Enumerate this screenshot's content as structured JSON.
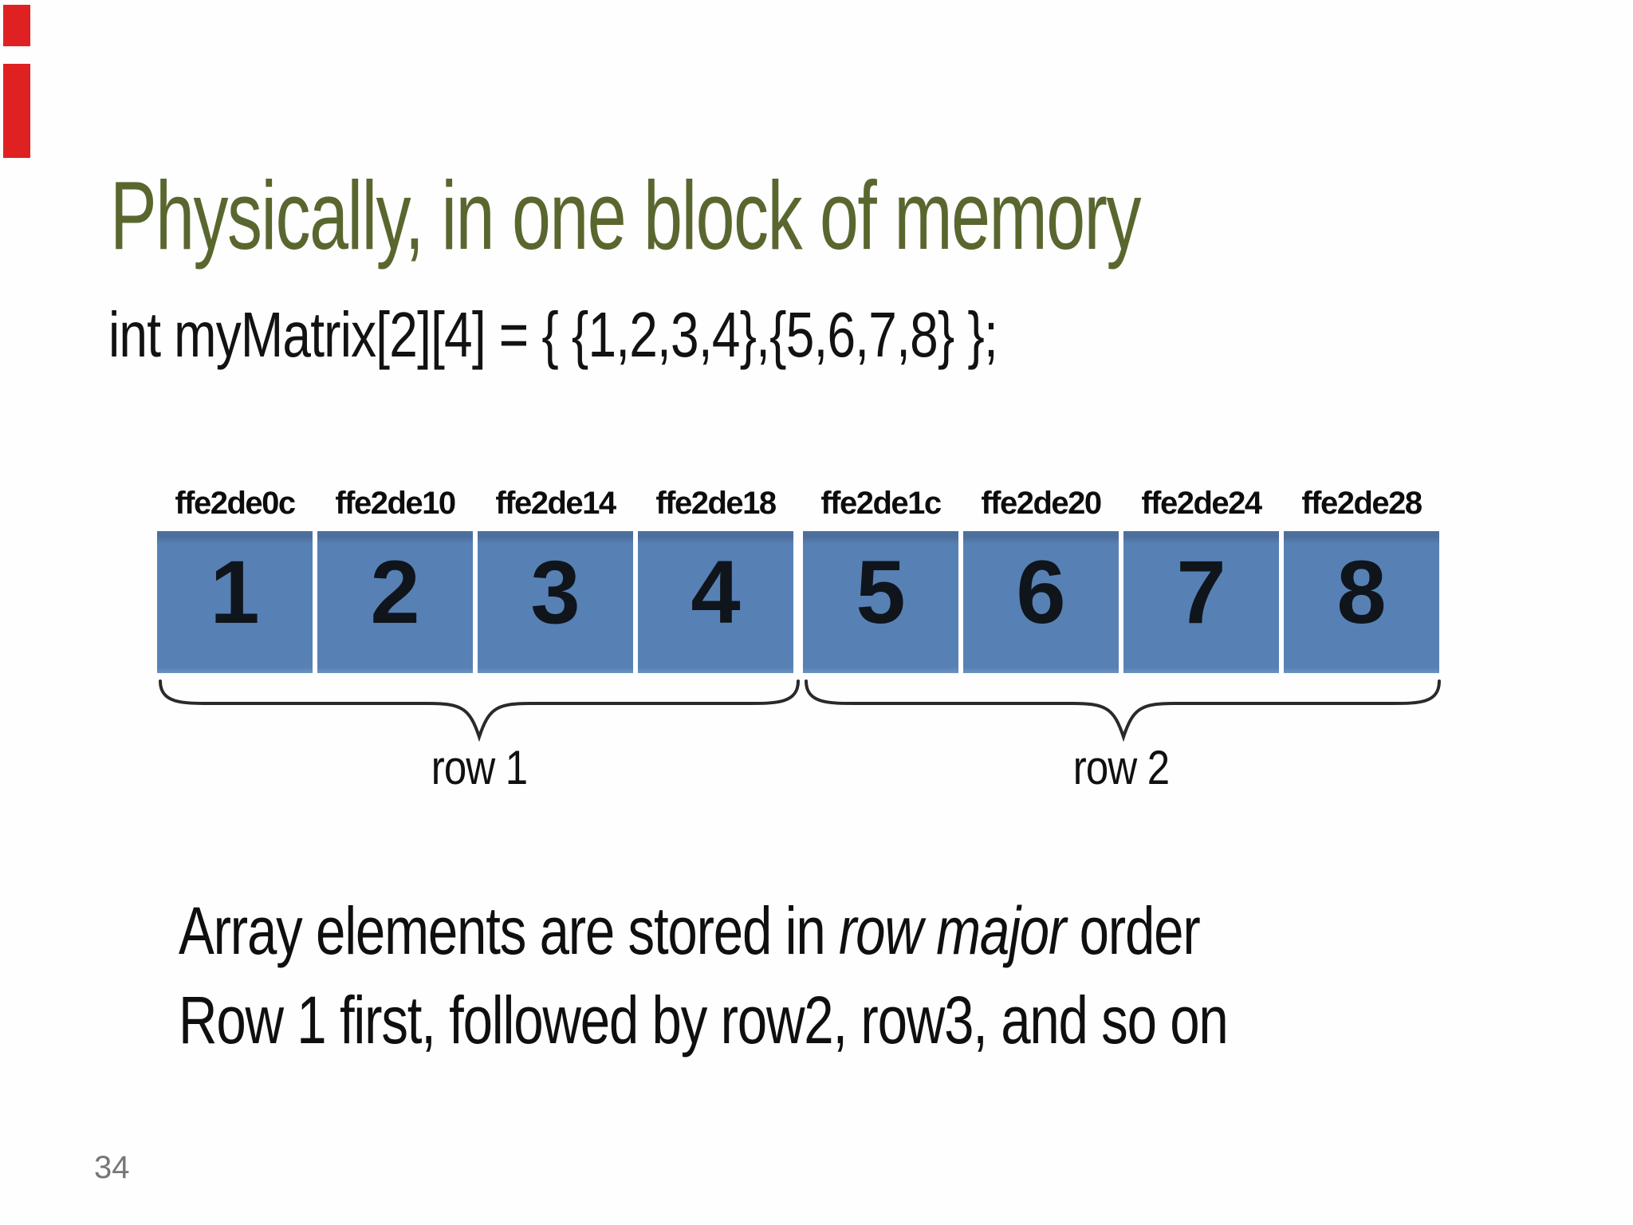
{
  "slide": {
    "title": "Physically, in one block of memory",
    "code": "int myMatrix[2][4] = { {1,2,3,4},{5,6,7,8} };",
    "body_line1_prefix": "Array elements are stored in ",
    "body_line1_italic": "row major",
    "body_line1_suffix": " order",
    "body_line2": "Row 1 first, followed by row2, row3, and so on",
    "page_number": "34"
  },
  "memory_diagram": {
    "addresses": [
      "ffe2de0c",
      "ffe2de10",
      "ffe2de14",
      "ffe2de18",
      "ffe2de1c",
      "ffe2de20",
      "ffe2de24",
      "ffe2de28"
    ],
    "cells": [
      "1",
      "2",
      "3",
      "4",
      "5",
      "6",
      "7",
      "8"
    ],
    "row_labels": [
      "row 1",
      "row 2"
    ]
  },
  "theme": {
    "title_green": "#59672f",
    "cell_blue": "#5781b5",
    "cell_blue_dark": "#4d6f9d",
    "brace_color": "#2a2a2a",
    "page_gray": "#767676",
    "mark_red": "#e02121"
  }
}
